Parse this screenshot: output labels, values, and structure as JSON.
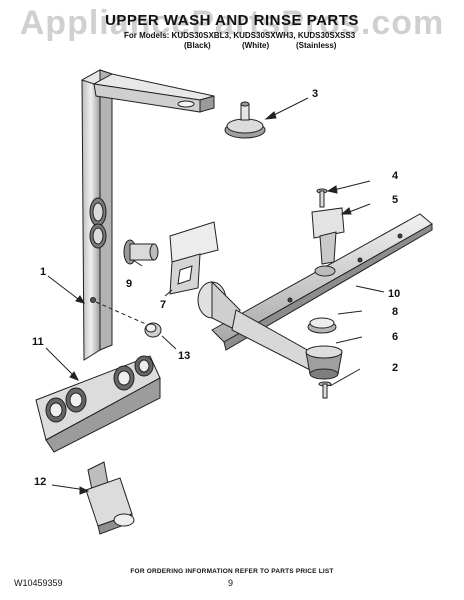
{
  "header": {
    "title": "UPPER WASH AND RINSE PARTS",
    "models_line": "For Models: KUDS30SXBL3, KUDS30SXWH3, KUDS30SXSS3",
    "variants": [
      "(Black)",
      "(White)",
      "(Stainless)"
    ]
  },
  "watermark": "AppliancePartsPros.com",
  "callouts": [
    "1",
    "2",
    "3",
    "4",
    "5",
    "6",
    "7",
    "8",
    "9",
    "10",
    "11",
    "12",
    "13"
  ],
  "footer": {
    "note": "FOR ORDERING INFORMATION REFER TO PARTS PRICE LIST",
    "doc_number": "W10459359",
    "page_number": "9"
  },
  "colors": {
    "line": "#222222",
    "part_fill": "#d9d9d9",
    "part_dark": "#8a8a8a",
    "watermark": "#969696"
  }
}
